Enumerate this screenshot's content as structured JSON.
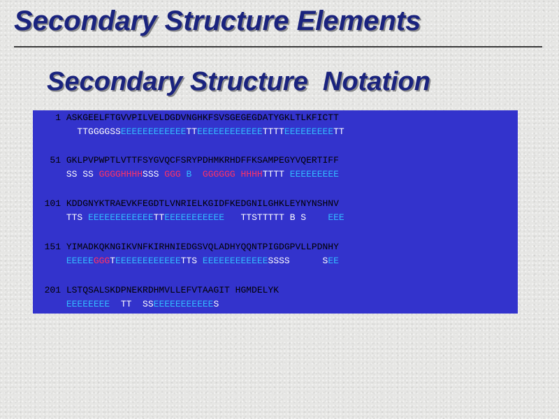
{
  "slide": {
    "title": "Secondary Structure Elements",
    "subtitle": "Secondary Structure  Notation"
  },
  "colors": {
    "title": "#1a237e",
    "panel_background": "#3333cc",
    "sequence_text": "#000000",
    "default_ss": "#ffffff",
    "strand_E": "#33bbff",
    "helix_H_G": "#ff3366"
  },
  "blocks": [
    {
      "start": "1",
      "sequence": "ASKGEELFTGVVPILVELDGDVNGHKFSVSGEGEGDATYGKLTLKFICTT",
      "ss_segments": [
        {
          "t": "  TTGGGGSS",
          "c": "w"
        },
        {
          "t": "EEEEEEEEEEEE",
          "c": "E"
        },
        {
          "t": "TT",
          "c": "w"
        },
        {
          "t": "EEEEEEEEEEEE",
          "c": "E"
        },
        {
          "t": "TTTT",
          "c": "w"
        },
        {
          "t": "EEEEEEEEE",
          "c": "E"
        },
        {
          "t": "TT",
          "c": "w"
        }
      ]
    },
    {
      "start": "51",
      "sequence": "GKLPVPWPTLVTTFSYGVQCFSRYPDHMKRHDFFKSAMPEGYVQERTIFF",
      "ss_segments": [
        {
          "t": "SS SS ",
          "c": "w"
        },
        {
          "t": "GGGGHHHH",
          "c": "H"
        },
        {
          "t": "SSS ",
          "c": "w"
        },
        {
          "t": "GGG",
          "c": "H"
        },
        {
          "t": " ",
          "c": "w"
        },
        {
          "t": "B",
          "c": "E"
        },
        {
          "t": "  ",
          "c": "w"
        },
        {
          "t": "GGGGGG",
          "c": "H"
        },
        {
          "t": " ",
          "c": "w"
        },
        {
          "t": "HHHH",
          "c": "H"
        },
        {
          "t": "TTTT ",
          "c": "w"
        },
        {
          "t": "EEEEEEEEE",
          "c": "E"
        }
      ]
    },
    {
      "start": "101",
      "sequence": "KDDGNYKTRAEVKFEGDTLVNRIELKGIDFKEDGNILGHKLEYNYNSHNV",
      "ss_segments": [
        {
          "t": "TTS ",
          "c": "w"
        },
        {
          "t": "EEEEEEEEEEEE",
          "c": "E"
        },
        {
          "t": "TT",
          "c": "w"
        },
        {
          "t": "EEEEEEEEEEE",
          "c": "E"
        },
        {
          "t": "   TTSTTTTT B S    ",
          "c": "w"
        },
        {
          "t": "EEE",
          "c": "E"
        }
      ]
    },
    {
      "start": "151",
      "sequence": "YIMADKQKNGIKVNFKIRHNIEDGSVQLADHYQQNTPIGDGPVLLPDNHY",
      "ss_segments": [
        {
          "t": "EEEEE",
          "c": "E"
        },
        {
          "t": "GGG",
          "c": "H"
        },
        {
          "t": "T",
          "c": "w"
        },
        {
          "t": "EEEEEEEEEEEE",
          "c": "E"
        },
        {
          "t": "TTS ",
          "c": "w"
        },
        {
          "t": "EEEEEEEEEEEE",
          "c": "E"
        },
        {
          "t": "SSSS      S",
          "c": "w"
        },
        {
          "t": "EE",
          "c": "E"
        }
      ]
    },
    {
      "start": "201",
      "sequence": "LSTQSALSKDPNEKRDHMVLLEFVTAAGIT HGMDELYK",
      "ss_segments": [
        {
          "t": "EEEEEEEE",
          "c": "E"
        },
        {
          "t": "  TT  SS",
          "c": "w"
        },
        {
          "t": "EEEEEEEEEEE",
          "c": "E"
        },
        {
          "t": "S",
          "c": "w"
        }
      ]
    }
  ]
}
